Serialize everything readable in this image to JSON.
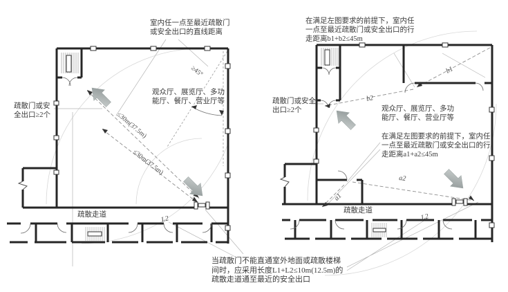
{
  "colors": {
    "wall": "#262626",
    "thin_line": "#b5b5b5",
    "dash_line": "#8e8e8e",
    "arrow_light": "#cdd2d1",
    "arrow_dark": "#8a9292",
    "text": "#3b3b3b"
  },
  "left": {
    "top_note": [
      "室内任一点至最近疏散门",
      "或安全出口的直线距离"
    ],
    "exit_note": [
      "疏散门或安",
      "全出口≥2个"
    ],
    "hall_label": [
      "观众厅、展览厅、多功",
      "能厅、餐厅、营业厅等"
    ],
    "angle": "≥45°",
    "dim1": "≤30m(37.5m)",
    "dim2": "≤30m(37.5m)",
    "corridor": "疏散走道",
    "l2": "L2"
  },
  "right": {
    "top_note": [
      "在满足左图要求的前提下，室内任",
      "一点至最近疏散门或安全出口的行",
      "走距离b1+b2≤45m"
    ],
    "exit_note": [
      "疏散门或安全",
      "出口≥2个"
    ],
    "hall_label": [
      "观众厅、展览厅、多功",
      "能厅、餐厅、营业厅等"
    ],
    "mid_note": [
      "在满足左图要求的前提下，室内任",
      "一点至最近疏散门或安全出口的行",
      "走距离a1+a2≤45m"
    ],
    "b1": "b1",
    "b2": "b2",
    "a1": "a1",
    "a2": "a2",
    "corridor": "疏散走道",
    "l2": "L2"
  },
  "bottom_note": [
    "当疏散门不能直通室外地面或疏散楼梯",
    "间时，应采用长度L1+L2≤10m(12.5m)的",
    "疏散走道通至最近的安全出口"
  ]
}
